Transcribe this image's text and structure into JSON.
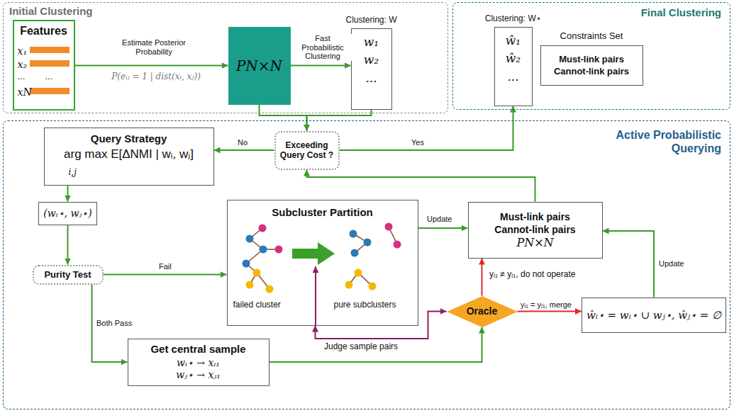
{
  "diagram": {
    "nodes": [
      {
        "text": [
          "Initial Clustering"
        ]
      },
      {
        "text": [
          "Features",
          "x₁",
          "x₂",
          "...",
          "...",
          "xN"
        ],
        "in": 0
      },
      {
        "text": [
          "PN×N"
        ],
        "in": 0
      },
      {
        "text": [
          "Clustering: W",
          "w₁ w₂ ..."
        ],
        "in": 0
      },
      {
        "text": [
          "Final Clustering"
        ]
      },
      {
        "text": [
          "Clustering: W⋆",
          "ŵ₁ ŵ₂ ..."
        ],
        "in": 4
      },
      {
        "text": [
          "Constraints Set",
          "Must-link pairs Cannot-link pairs"
        ],
        "in": 4
      },
      {
        "text": [
          "Active Probabilistic Querying"
        ]
      },
      {
        "text": [
          "Query Strategy",
          "arg max E[ΔNMI | wᵢ, wⱼ]",
          "i,j"
        ],
        "in": 7
      },
      {
        "text": [
          "Exceeding Query Cost ?"
        ],
        "in": 7
      },
      {
        "text": [
          "(wᵢ⋆, wⱼ⋆)"
        ],
        "in": 7
      },
      {
        "text": [
          "Subcluster Partition",
          "failed cluster",
          "pure subclusters"
        ],
        "in": 7
      },
      {
        "text": [
          "Must-link pairs Cannot-link pairs",
          "PN×N"
        ],
        "in": 7
      },
      {
        "text": [
          "Purity Test"
        ],
        "in": 7
      },
      {
        "text": [
          "Oracle"
        ],
        "in": 7
      },
      {
        "text": [
          "ŵᵢ⋆ = wᵢ⋆ ∪ wⱼ⋆, ŵⱼ⋆ = ∅"
        ],
        "in": 7
      },
      {
        "text": [
          "Get central sample",
          "wᵢ⋆ → xᵢ₁",
          "wⱼ⋆ → xⱼ₁"
        ],
        "in": 7
      }
    ],
    "edges": [
      {
        "from": 1,
        "to": 2,
        "arrow": "to",
        "label": "Estimate Posterior Probability"
      },
      {
        "from": 2,
        "to": 3,
        "arrow": "to",
        "label": "Fast Probabilistic Clustering"
      },
      {
        "from": 2,
        "to": 9,
        "arrow": "to"
      },
      {
        "from": 3,
        "to": 9,
        "arrow": "to"
      },
      {
        "from": 9,
        "to": 8,
        "arrow": "to",
        "label": "No"
      },
      {
        "from": 9,
        "to": 5,
        "arrow": "to",
        "label": "Yes"
      },
      {
        "from": 8,
        "to": 10,
        "arrow": "to"
      },
      {
        "from": 10,
        "to": 13,
        "arrow": "to"
      },
      {
        "from": 13,
        "to": 11,
        "arrow": "to",
        "label": "Fail"
      },
      {
        "from": 13,
        "to": 16,
        "arrow": "to",
        "label": "Both Pass"
      },
      {
        "from": 16,
        "to": 14,
        "arrow": "to"
      },
      {
        "from": 11,
        "to": 14,
        "arrow": "both",
        "label": "Judge sample pairs"
      },
      {
        "from": 11,
        "to": 12,
        "arrow": "to",
        "label": "Update"
      },
      {
        "from": 14,
        "to": 12,
        "arrow": "to",
        "label": "yᵢ₁ ≠ yⱼ₁, do not operate"
      },
      {
        "from": 14,
        "to": 15,
        "arrow": "to",
        "label": "yᵢ₁ = yⱼ₁, merge"
      },
      {
        "from": 15,
        "to": 12,
        "arrow": "to",
        "label": "Update"
      },
      {
        "from": 12,
        "to": 9,
        "arrow": "to"
      }
    ],
    "labels": [
      "P(eᵢⱼ = 1 | dist(xᵢ, xⱼ))"
    ]
  }
}
